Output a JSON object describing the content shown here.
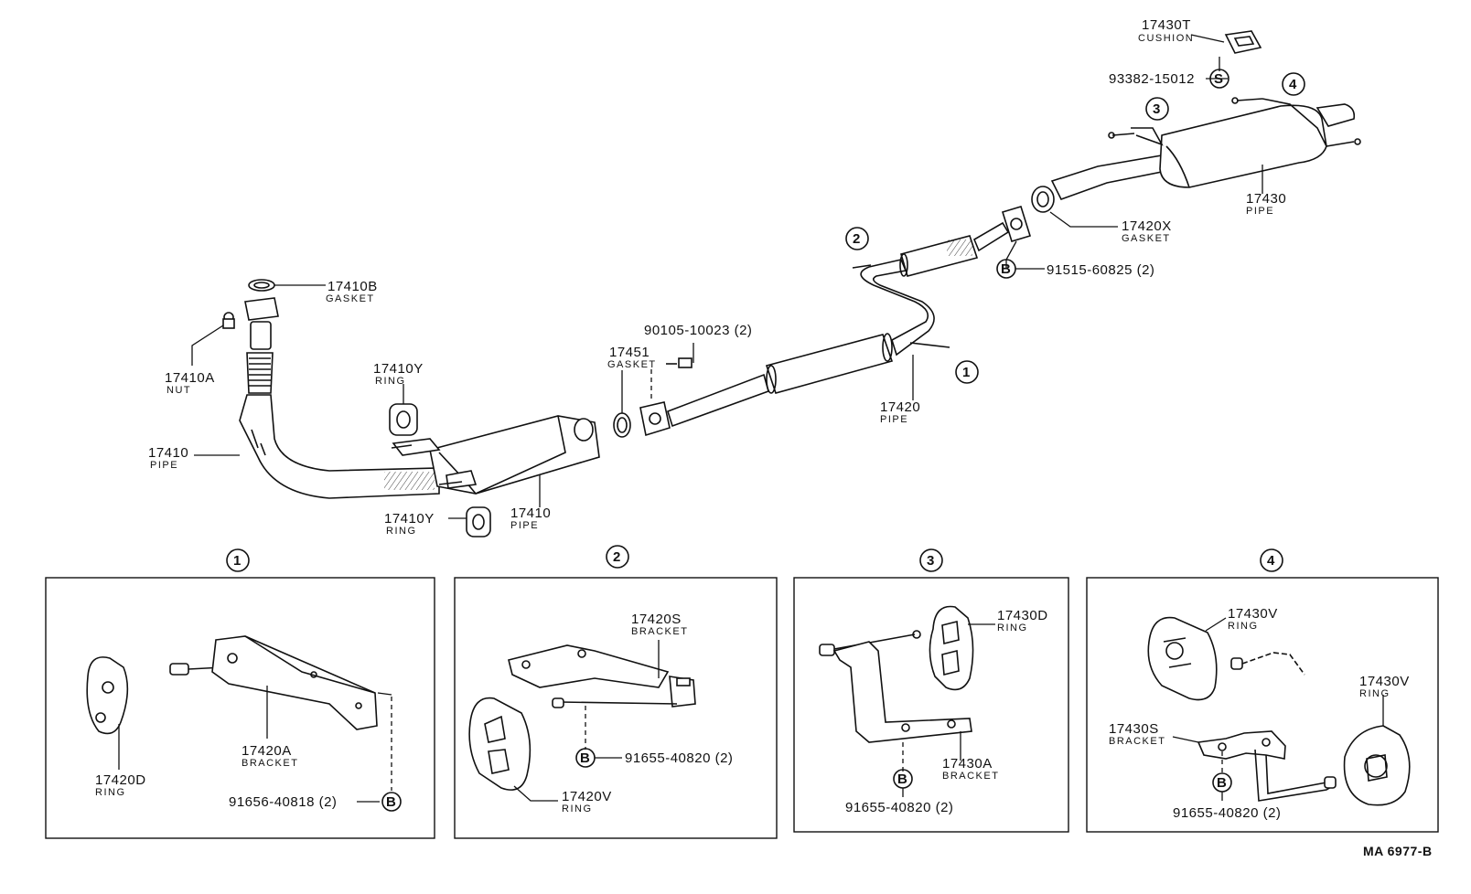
{
  "diagram_code": "MA 6977-B",
  "symbols": {
    "bolt": "B",
    "spring": "S"
  },
  "main": {
    "labels": [
      {
        "part": "17430T",
        "name": "CUSHION"
      },
      {
        "part": "93382-15012",
        "name": ""
      },
      {
        "part": "17420X",
        "name": "GASKET"
      },
      {
        "part": "17430",
        "name": "PIPE"
      },
      {
        "part": "91515-60825 (2)",
        "name": ""
      },
      {
        "part": "17410B",
        "name": "GASKET"
      },
      {
        "part": "17410A",
        "name": "NUT"
      },
      {
        "part": "17410Y",
        "name": "RING"
      },
      {
        "part": "90105-10023 (2)",
        "name": ""
      },
      {
        "part": "17451",
        "name": "GASKET"
      },
      {
        "part": "17420",
        "name": "PIPE"
      },
      {
        "part": "17410",
        "name": "PIPE"
      },
      {
        "part": "17410Y",
        "name": "RING"
      },
      {
        "part": "17410",
        "name": "PIPE"
      }
    ],
    "callouts": [
      "1",
      "2",
      "3",
      "4"
    ]
  },
  "panels": [
    {
      "number": "1",
      "labels": [
        {
          "part": "17420A",
          "name": "BRACKET"
        },
        {
          "part": "17420D",
          "name": "RING"
        },
        {
          "part": "91656-40818 (2)",
          "name": ""
        }
      ]
    },
    {
      "number": "2",
      "labels": [
        {
          "part": "17420S",
          "name": "BRACKET"
        },
        {
          "part": "91655-40820 (2)",
          "name": ""
        },
        {
          "part": "17420V",
          "name": "RING"
        }
      ]
    },
    {
      "number": "3",
      "labels": [
        {
          "part": "17430D",
          "name": "RING"
        },
        {
          "part": "17430A",
          "name": "BRACKET"
        },
        {
          "part": "91655-40820 (2)",
          "name": ""
        }
      ]
    },
    {
      "number": "4",
      "labels": [
        {
          "part": "17430V",
          "name": "RING"
        },
        {
          "part": "17430S",
          "name": "BRACKET"
        },
        {
          "part": "17430V",
          "name": "RING"
        },
        {
          "part": "91655-40820 (2)",
          "name": ""
        }
      ]
    }
  ]
}
